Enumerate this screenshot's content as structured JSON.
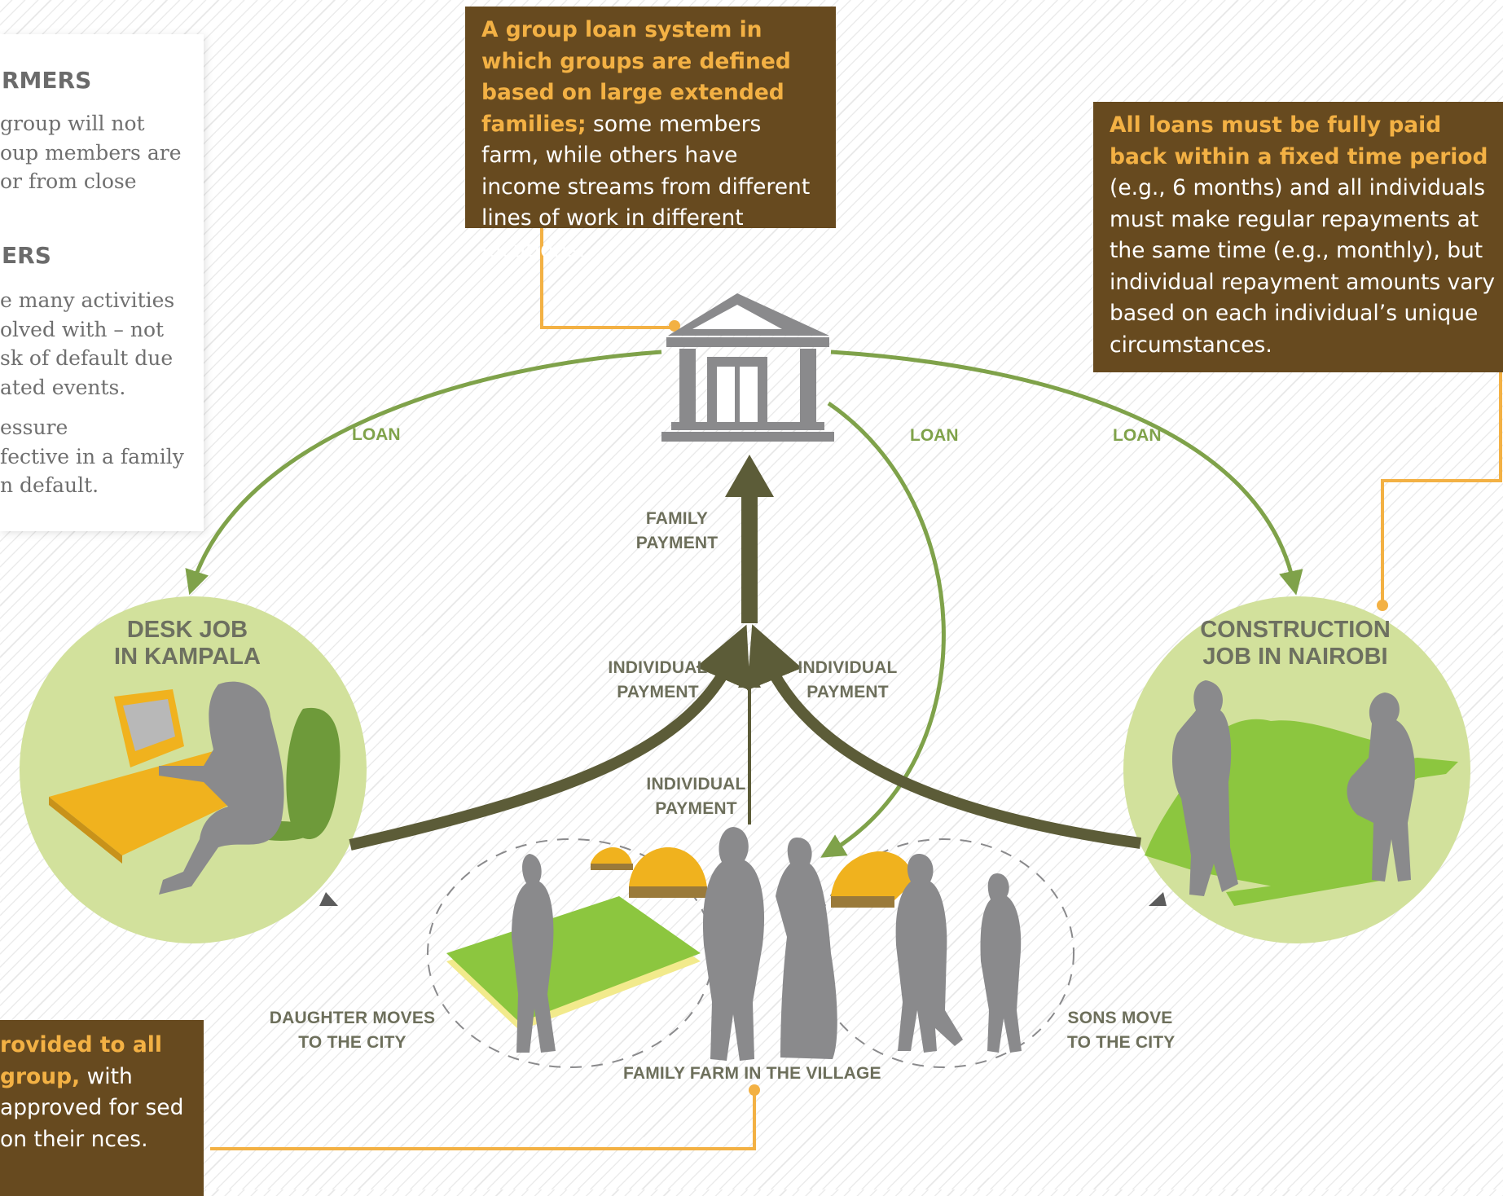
{
  "left_panel": {
    "heading1": "RMERS",
    "para1": "group will not\noup members are\nor from close",
    "heading2": "ERS",
    "para2": "e many activities\nolved with – not\nsk of default due\nated events.",
    "para3": "essure\nfective in a family\nn default."
  },
  "top_box": {
    "highlight": "A group loan system in which groups are defined based on large extended families;",
    "text": " some members farm, while others have income streams from different lines of work in different locations."
  },
  "right_box": {
    "highlight": "All loans must be fully paid back within a fixed time period",
    "text": " (e.g., 6 months) and all individuals must make regular repayments at the same time (e.g., monthly), but individual repayment amounts vary based on each individual’s unique circumstances."
  },
  "bottom_box": {
    "highlight": "rovided to all group,",
    "text": " with approved for sed on their nces."
  },
  "labels": {
    "loan": "LOAN",
    "family_payment": "FAMILY\nPAYMENT",
    "individual_payment": "INDIVIDUAL\nPAYMENT",
    "desk_job": "DESK JOB\nIN KAMPALA",
    "construction_job": "CONSTRUCTION\nJOB IN NAIROBI",
    "daughter_moves": "DAUGHTER MOVES\nTO THE CITY",
    "sons_move": "SONS MOVE\nTO THE CITY",
    "family_farm": "FAMILY FARM IN THE VILLAGE"
  },
  "colors": {
    "box_brown": "#674a1f",
    "highlight_orange": "#f3b144",
    "loan_green": "#7fa24a",
    "payment_olive": "#5c5c38",
    "circle_green": "#d2e19c",
    "silhouette_gray": "#8a8a8c",
    "connector_orange": "#f3b144"
  },
  "icons": [
    "bank-icon",
    "laptop-icon",
    "chair-icon",
    "hut-icon",
    "person-icon"
  ]
}
